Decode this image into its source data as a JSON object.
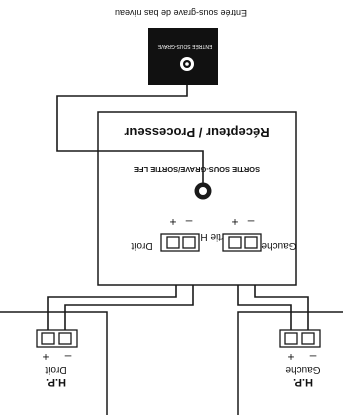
{
  "speakers": {
    "left": {
      "title": "H.P.",
      "side": "Gauche",
      "minus": "–",
      "plus": "+"
    },
    "right": {
      "title": "H.P.",
      "side": "Droit",
      "minus": "–",
      "plus": "+"
    }
  },
  "receiver": {
    "title": "Récepteur / Processeur",
    "sub_out_label": "SORTIE SOUS-GRAVE/SORTIE LFE",
    "speaker_out_label": "Sortie H.P.",
    "left_label": "Gauche",
    "right_label": "Droit",
    "minus": "–",
    "plus": "+"
  },
  "subwoofer": {
    "jack_label": "ENTRÉE SOUS-GRAVE",
    "caption": "Entrée sous-grave de bas niveau"
  },
  "colors": {
    "line": "#1a1a1a",
    "sub_box": "#111111",
    "jack_ring": "#ffffff"
  }
}
